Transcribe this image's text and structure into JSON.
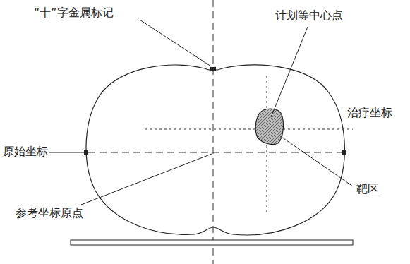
{
  "diagram": {
    "labels": [
      "“十”字金属标记",
      "计划等中心点",
      "治疗坐标",
      "原始坐标",
      "靶区",
      "参考坐标原点"
    ]
  }
}
